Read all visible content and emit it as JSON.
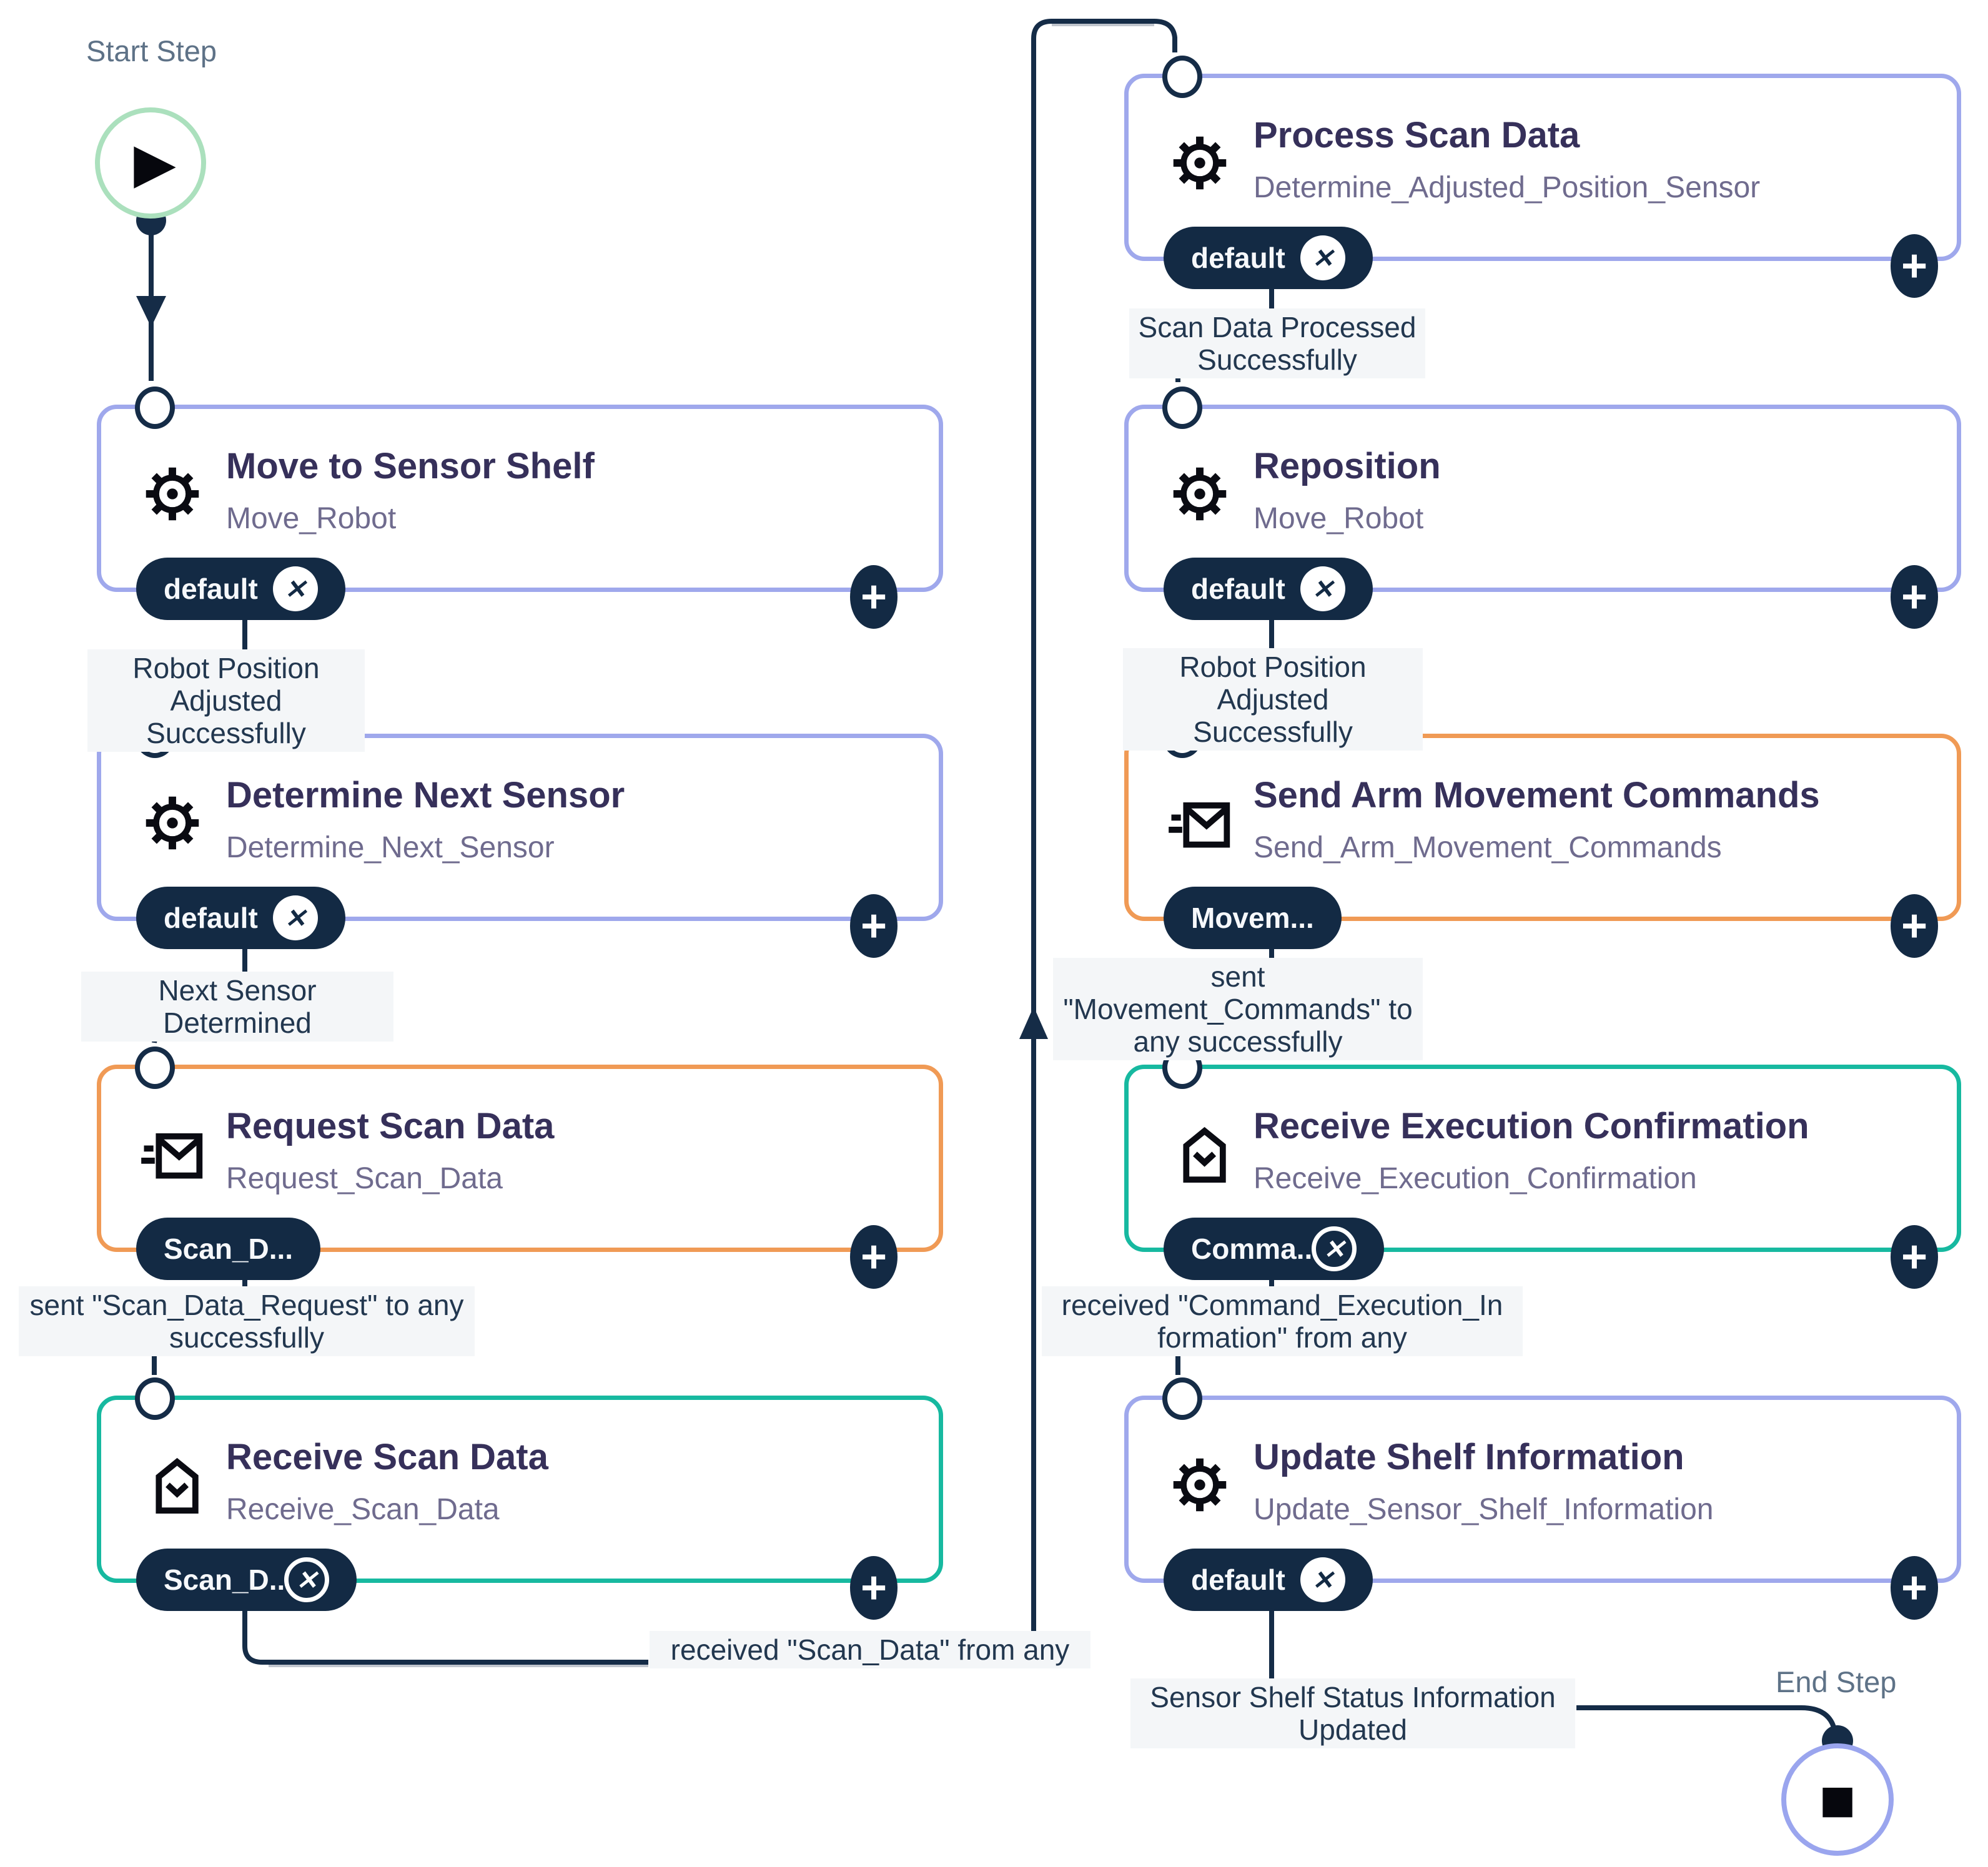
{
  "colors": {
    "accent_lavender": "#9FA8EC",
    "accent_orange": "#F09A55",
    "accent_teal": "#17B9A0",
    "pill_navy": "#132A44",
    "edge_navy": "#152C47",
    "label_bg": "#F4F6F8",
    "start_green": "#ABE0BD",
    "end_blue": "#9AA5EE"
  },
  "icons": {
    "play": "▶",
    "stop": "■",
    "plus": "+",
    "close": "✕"
  },
  "start": {
    "label": "Start Step"
  },
  "end": {
    "label": "End Step"
  },
  "nodes": [
    {
      "title": "Move to Sensor Shelf",
      "subtitle": "Move_Robot",
      "pill": "default"
    },
    {
      "title": "Determine Next Sensor",
      "subtitle": "Determine_Next_Sensor",
      "pill": "default"
    },
    {
      "title": "Request Scan Data",
      "subtitle": "Request_Scan_Data",
      "pill": "Scan_D..."
    },
    {
      "title": "Receive Scan Data",
      "subtitle": "Receive_Scan_Data",
      "pill": "Scan_D..."
    },
    {
      "title": "Process Scan Data",
      "subtitle": "Determine_Adjusted_Position_Sensor",
      "pill": "default"
    },
    {
      "title": "Reposition",
      "subtitle": "Move_Robot",
      "pill": "default"
    },
    {
      "title": "Send Arm Movement Commands",
      "subtitle": "Send_Arm_Movement_Commands",
      "pill": "Movem..."
    },
    {
      "title": "Receive Execution Confirmation",
      "subtitle": "Receive_Execution_Confirmation",
      "pill": "Comma..."
    },
    {
      "title": "Update Shelf Information",
      "subtitle": "Update_Sensor_Shelf_Information",
      "pill": "default"
    }
  ],
  "edge_labels": [
    {
      "text": "Robot Position Adjusted\nSuccessfully"
    },
    {
      "text": "Next Sensor Determined"
    },
    {
      "text": "sent \"Scan_Data_Request\" to any\nsuccessfully"
    },
    {
      "text": "received \"Scan_Data\" from any"
    },
    {
      "text": "Scan Data Processed\nSuccessfully"
    },
    {
      "text": "Robot Position Adjusted\nSuccessfully"
    },
    {
      "text": "sent \"Movement_Commands\" to\nany successfully"
    },
    {
      "text": "received \"Command_Execution_In\nformation\" from any"
    },
    {
      "text": "Sensor Shelf Status Information\nUpdated"
    }
  ]
}
